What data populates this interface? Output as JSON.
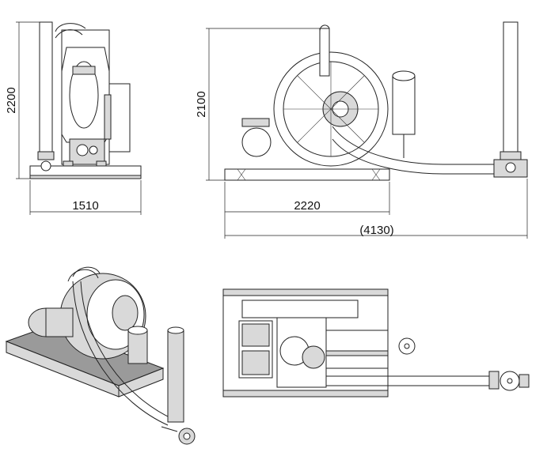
{
  "dimensions": {
    "front_width": "1510",
    "front_height": "2200",
    "side_height": "2100",
    "side_base_length": "2220",
    "total_length": "(4130)"
  },
  "colors": {
    "line": "#222222",
    "light_fill": "#d9d9d9",
    "dark_fill": "#9a9a9a",
    "background": "#ffffff"
  }
}
